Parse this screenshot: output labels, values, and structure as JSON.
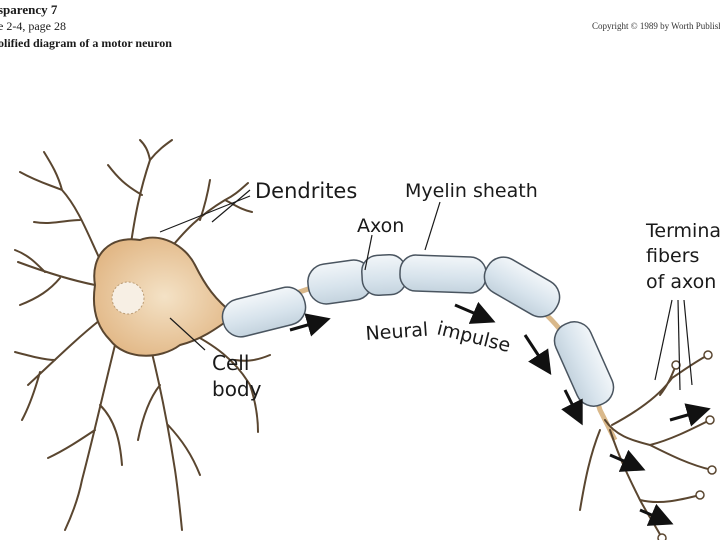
{
  "header": {
    "line1": "sparency 7",
    "line2": "e 2-4, page 28",
    "line3": "olified diagram of a motor neuron",
    "copyright": "Copyright © 1989 by Worth Publish"
  },
  "diagram": {
    "labels": {
      "dendrites": "Dendrites",
      "myelin_sheath": "Myelin sheath",
      "axon": "Axon",
      "terminal_line1": "Terminal",
      "terminal_line2": "fibers",
      "terminal_line3": "of axon",
      "cell_line1": "Cell",
      "cell_line2": "body",
      "impulse_word1": "Neural",
      "impulse_word2": "impulse"
    },
    "colors": {
      "cell_body": "#e9c79a",
      "outline": "#5a4630",
      "myelin": "#dde7ee",
      "axon_core": "#d9b88a",
      "arrow": "#111111"
    }
  }
}
